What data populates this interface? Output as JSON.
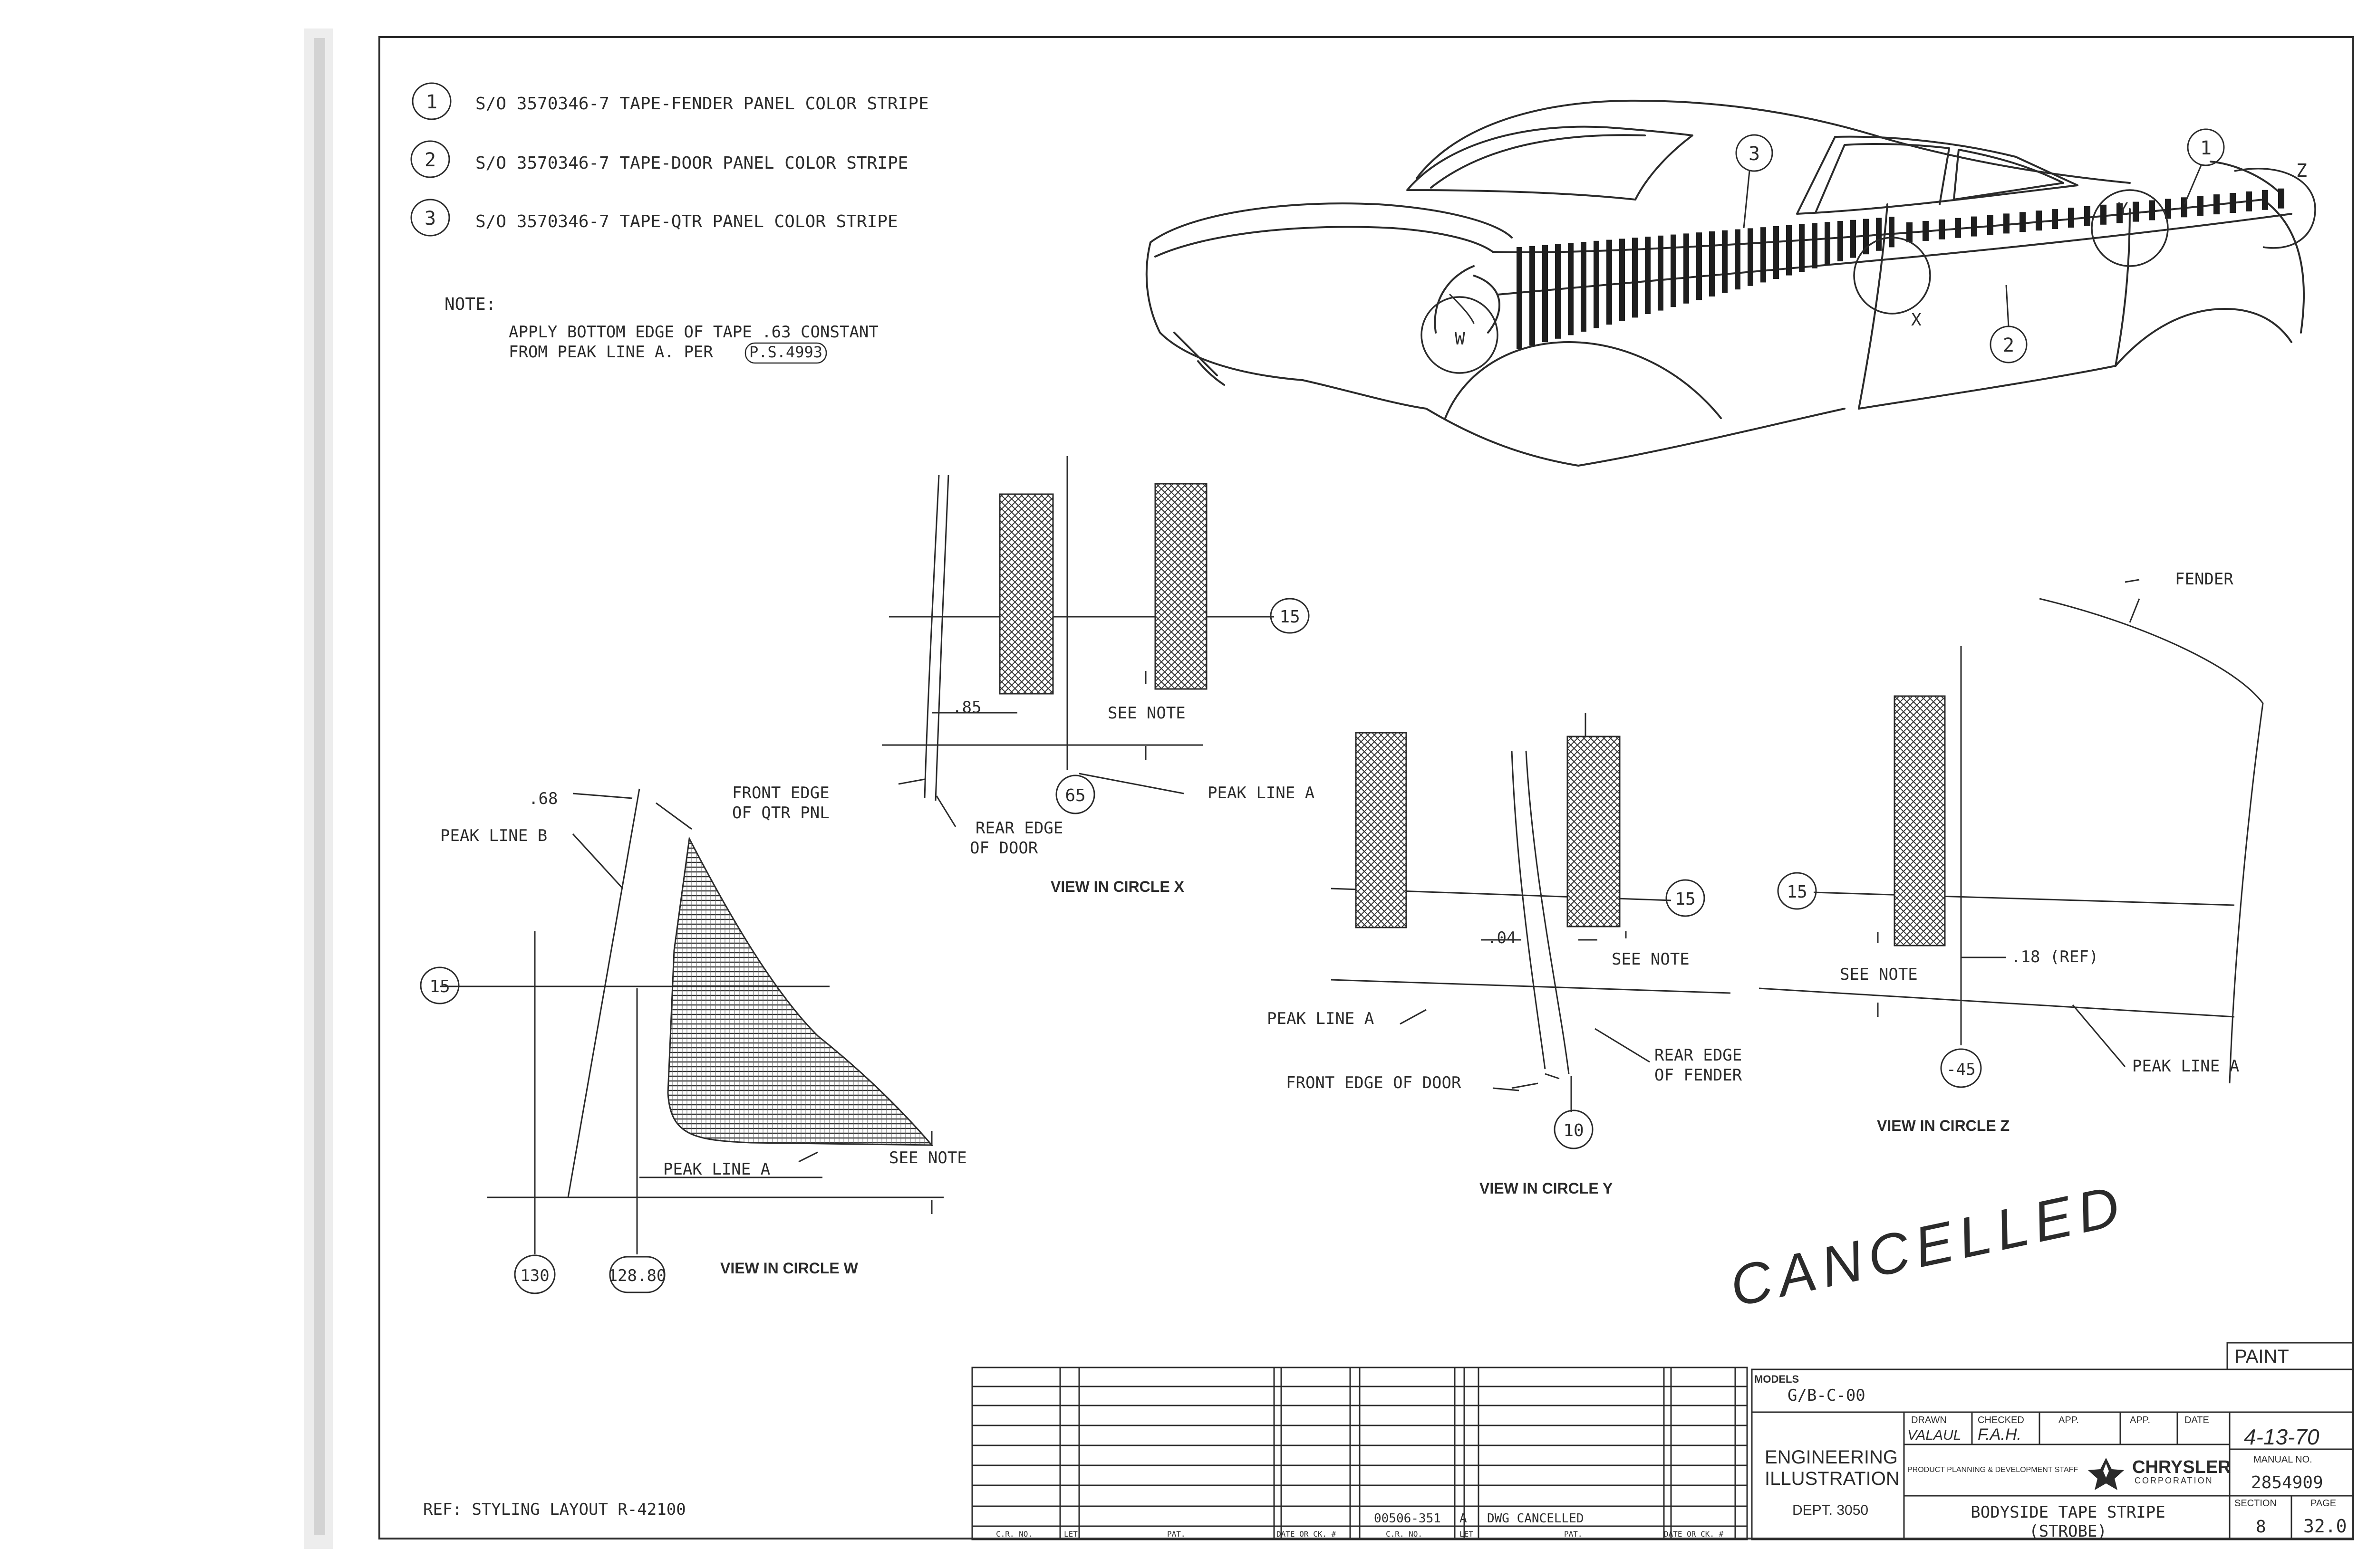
{
  "parts": [
    {
      "num": "1",
      "text": "S/O 3570346-7 TAPE-FENDER PANEL COLOR STRIPE"
    },
    {
      "num": "2",
      "text": "S/O 3570346-7 TAPE-DOOR PANEL COLOR STRIPE"
    },
    {
      "num": "3",
      "text": "S/O 3570346-7 TAPE-QTR PANEL COLOR STRIPE"
    }
  ],
  "note": {
    "label": "NOTE:",
    "line1": "APPLY BOTTOM EDGE OF TAPE .63 CONSTANT",
    "line2": "FROM PEAK LINE A. PER",
    "ref": "P.S.4993"
  },
  "car": {
    "callouts": {
      "c1": "1",
      "c2": "2",
      "c3": "3"
    },
    "circles": {
      "w": "W",
      "x": "X",
      "y": "Y",
      "z": "Z"
    }
  },
  "view_x": {
    "bubble_top": "15",
    "bubble_bottom": "65",
    "dim": ".85",
    "see_note": "SEE NOTE",
    "front_edge_1": "FRONT EDGE",
    "front_edge_2": "OF QTR PNL",
    "rear_edge_1": "REAR EDGE",
    "rear_edge_2": "OF DOOR",
    "peak": "PEAK LINE A",
    "caption": "VIEW IN CIRCLE X"
  },
  "view_w": {
    "dim": ".68",
    "peak_b": "PEAK LINE B",
    "bubble_left": "15",
    "peak_a": "PEAK LINE A",
    "see_note": "SEE NOTE",
    "bubble_1": "130",
    "bubble_2": "128.80",
    "caption": "VIEW IN CIRCLE W"
  },
  "view_y": {
    "bubble_right": "15",
    "dim": ".04",
    "see_note": "SEE NOTE",
    "peak": "PEAK LINE A",
    "front_edge": "FRONT EDGE OF DOOR",
    "rear_edge_1": "REAR EDGE",
    "rear_edge_2": "OF FENDER",
    "bubble_bottom": "10",
    "caption": "VIEW IN CIRCLE Y"
  },
  "view_z": {
    "fender": "FENDER",
    "bubble_left": "15",
    "dim": ".18 (REF)",
    "see_note": "SEE NOTE",
    "bubble_bottom": "-45",
    "peak": "PEAK LINE A",
    "caption": "VIEW IN CIRCLE Z"
  },
  "stamp": "CANCELLED",
  "ref": "REF: STYLING LAYOUT R-42100",
  "revisions": {
    "entry_1": "00506-351",
    "entry_2": "A",
    "entry_3": "DWG CANCELLED",
    "col_headers": [
      "C.R. NO.",
      "LET",
      "PAT.",
      "DATE OR CK. #",
      "C.R. NO.",
      "LET",
      "PAT.",
      "DATE OR CK. #"
    ]
  },
  "title_block": {
    "paint": "PAINT",
    "models_label": "MODELS",
    "models": "G/B-C-00",
    "drawn_label": "DRAWN",
    "checked_label": "CHECKED",
    "app_label": "APP.",
    "app2_label": "APP.",
    "date_label": "DATE",
    "date": "4-13-70",
    "drawn_sig": "VALAUL",
    "checked_sig": "F.A.H.",
    "eng1": "ENGINEERING",
    "eng2": "ILLUSTRATION",
    "dept": "DEPT. 3050",
    "staff": "PRODUCT PLANNING & DEVELOPMENT STAFF",
    "company": "CHRYSLER",
    "company_sub": "CORPORATION",
    "manual_label": "MANUAL NO.",
    "manual": "2854909",
    "title1": "BODYSIDE TAPE STRIPE",
    "title2": "(STROBE)",
    "section_label": "SECTION",
    "section": "8",
    "page_label": "PAGE",
    "page": "32.0"
  }
}
